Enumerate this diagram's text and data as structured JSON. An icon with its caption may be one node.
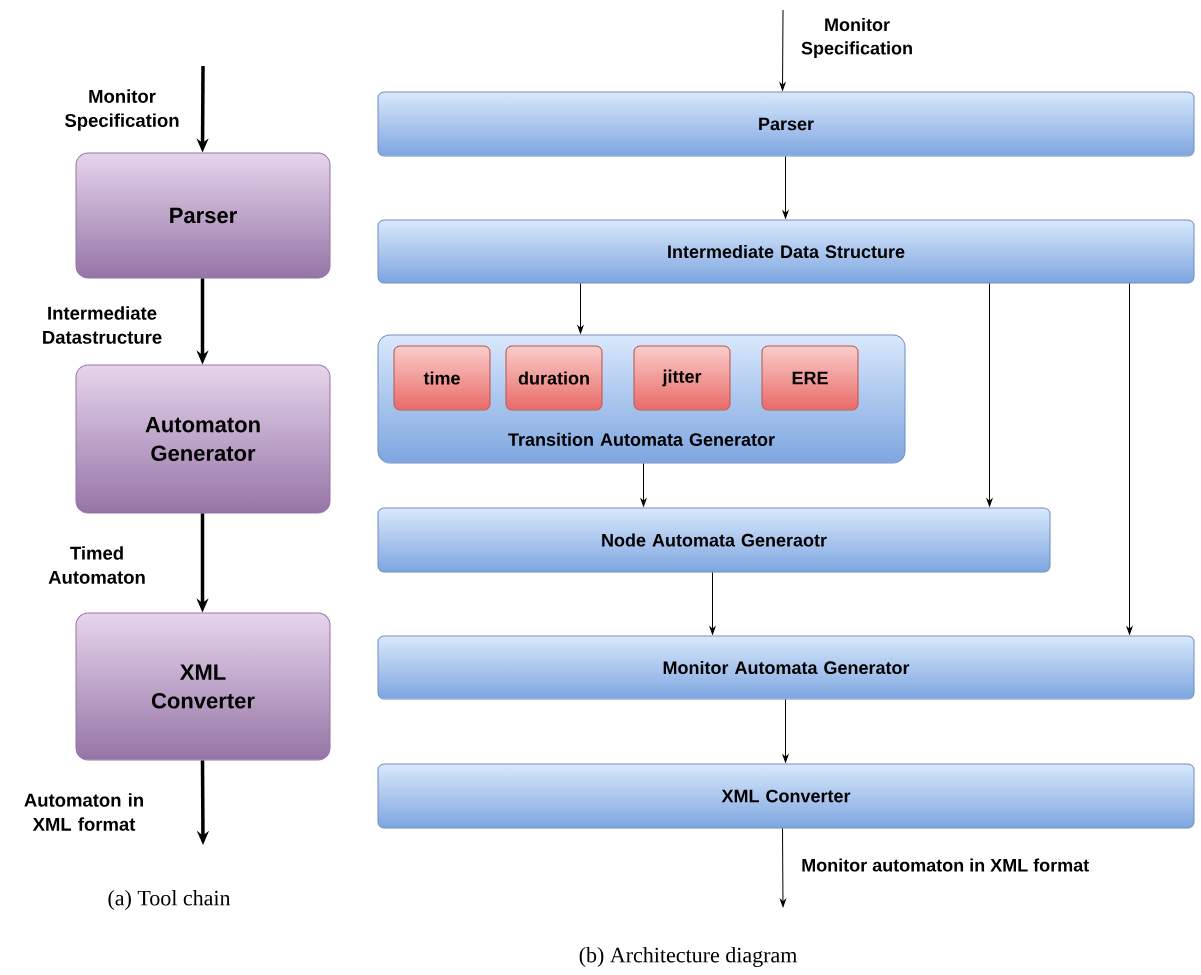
{
  "diagram": {
    "nodes": [
      {
        "text": [
          "Parser"
        ]
      },
      {
        "text": [
          "Automaton Generator"
        ]
      },
      {
        "text": [
          "XML Converter"
        ]
      },
      {
        "text": [
          "Parser"
        ]
      },
      {
        "text": [
          "Intermediate Data Structure"
        ]
      },
      {
        "text": [
          "Transition Automata Generator"
        ]
      },
      {
        "text": [
          "time"
        ],
        "in": 5
      },
      {
        "text": [
          "duration"
        ],
        "in": 5
      },
      {
        "text": [
          "jitter"
        ],
        "in": 5
      },
      {
        "text": [
          "ERE"
        ],
        "in": 5
      },
      {
        "text": [
          "Node Automata Generaotr"
        ]
      },
      {
        "text": [
          "Monitor Automata Generator"
        ]
      },
      {
        "text": [
          "XML Converter"
        ]
      }
    ],
    "edges": [
      {
        "from": null,
        "to": 0,
        "arrow": "to",
        "label": "Monitor Specification",
        "style": "thick"
      },
      {
        "from": 0,
        "to": 1,
        "arrow": "to",
        "label": "Intermediate Datastructure",
        "style": "thick"
      },
      {
        "from": 1,
        "to": 2,
        "arrow": "to",
        "label": "Timed Automaton",
        "style": "thick"
      },
      {
        "from": 2,
        "to": null,
        "arrow": "to",
        "label": "Automaton in XML format",
        "style": "thick"
      },
      {
        "from": null,
        "to": 3,
        "arrow": "to",
        "label": "Monitor Specification"
      },
      {
        "from": 3,
        "to": 4,
        "arrow": "to"
      },
      {
        "from": 4,
        "to": 5,
        "arrow": "to"
      },
      {
        "from": 4,
        "to": 10,
        "arrow": "to"
      },
      {
        "from": 4,
        "to": 11,
        "arrow": "to"
      },
      {
        "from": 5,
        "to": 10,
        "arrow": "to"
      },
      {
        "from": 10,
        "to": 11,
        "arrow": "to"
      },
      {
        "from": 11,
        "to": 12,
        "arrow": "to"
      },
      {
        "from": 12,
        "to": null,
        "arrow": "to",
        "label": "Monitor automaton in XML format"
      }
    ],
    "labels": [
      "(a) Tool chain",
      "(b) Architecture diagram"
    ]
  }
}
